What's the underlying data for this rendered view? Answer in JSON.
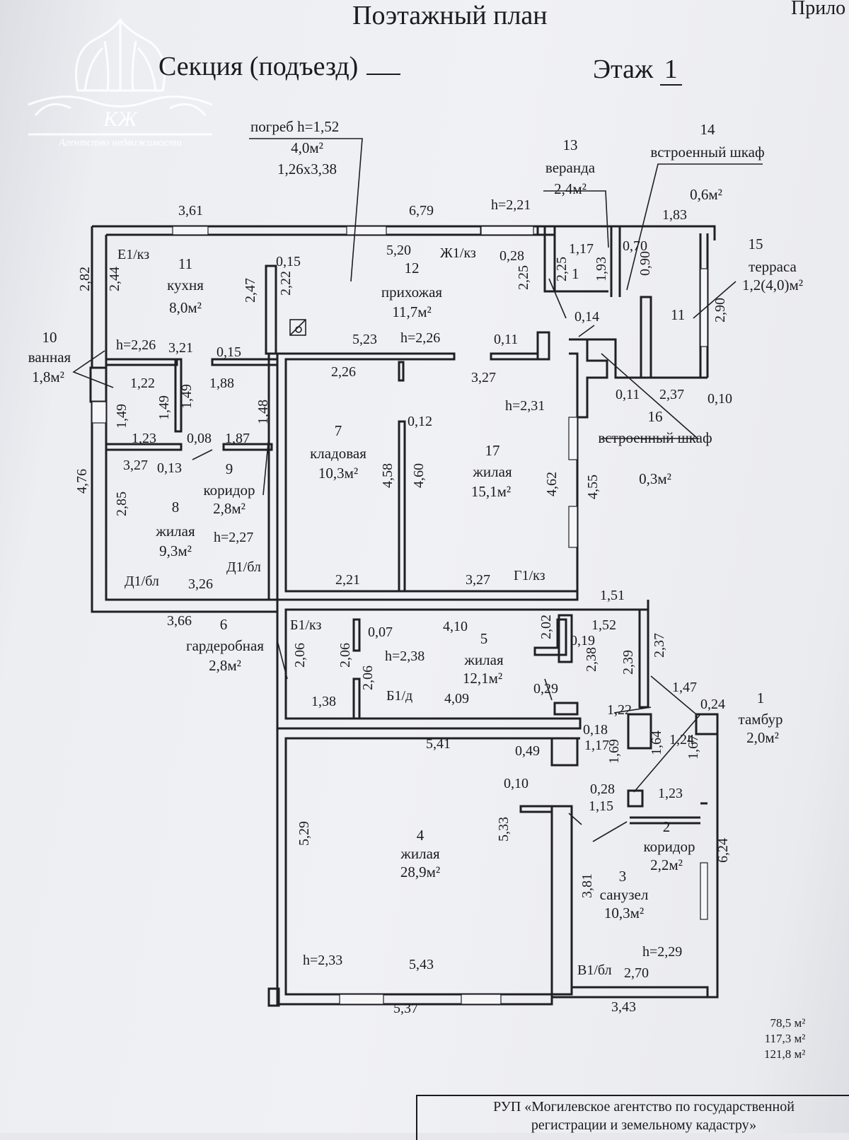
{
  "header": {
    "title": "Поэтажный план",
    "appendix": "Прило",
    "section_label": "Секция (подъезд)",
    "floor_label": "Этаж",
    "floor_number": "1"
  },
  "watermark": {
    "monogram": "КЖ",
    "caption": "Агентство недвижимости"
  },
  "cellar": {
    "label": "погреб h=1,52",
    "area": "4,0м²",
    "size": "1,26х3,38"
  },
  "rooms": [
    {
      "number": "1",
      "name": "тамбур",
      "area": "2,0м²"
    },
    {
      "number": "2",
      "name": "коридор",
      "area": "2,2м²"
    },
    {
      "number": "3",
      "name": "санузел",
      "area": "10,3м²"
    },
    {
      "number": "4",
      "name": "жилая",
      "area": "28,9м²"
    },
    {
      "number": "5",
      "name": "жилая",
      "area": "12,1м²"
    },
    {
      "number": "6",
      "name": "гардеробная",
      "area": "2,8м²"
    },
    {
      "number": "7",
      "name": "кладовая",
      "area": "10,3м²"
    },
    {
      "number": "8",
      "name": "жилая",
      "area": "9,3м²"
    },
    {
      "number": "9",
      "name": "коридор",
      "area": "2,8м²"
    },
    {
      "number": "10",
      "name": "ванная",
      "area": "1,8м²"
    },
    {
      "number": "11",
      "name": "кухня",
      "area": "8,0м²"
    },
    {
      "number": "12",
      "name": "прихожая",
      "area": "11,7м²"
    },
    {
      "number": "13",
      "name": "веранда",
      "area": "2,4м²"
    },
    {
      "number": "14",
      "name": "встроенный шкаф",
      "area": "0,6м²"
    },
    {
      "number": "15",
      "name": "терраса",
      "area": "1,2(4,0)м²"
    },
    {
      "number": "16",
      "name": "встроенный шкаф",
      "area": "0,3м²"
    },
    {
      "number": "17",
      "name": "жилая",
      "area": "15,1м²"
    }
  ],
  "heights": [
    "h=2,21",
    "h=2,26",
    "h=2,26",
    "h=2,31",
    "h=2,27",
    "h=2,38",
    "h=2,33",
    "h=2,29"
  ],
  "wall_marks": [
    "Е1/кз",
    "Ж1/кз",
    "Д1/бл",
    "Д1/бл",
    "Г1/кз",
    "Б1/кз",
    "Б1/д",
    "В1/бл"
  ],
  "section_subnums": [
    "1",
    "11"
  ],
  "dimensions": [
    "3,61",
    "6,79",
    "5,20",
    "2,82",
    "2,44",
    "0,15",
    "2,47",
    "2,22",
    "0,28",
    "2,25",
    "2,25",
    "1,17",
    "1,93",
    "0,14",
    "0,70",
    "0,90",
    "1,83",
    "2,90",
    "3,21",
    "0,15",
    "1,88",
    "5,23",
    "0,11",
    "1,22",
    "1,49",
    "1,49",
    "1,49",
    "1,23",
    "0,08",
    "1,87",
    "1,48",
    "3,27",
    "0,13",
    "2,26",
    "3,27",
    "0,11",
    "2,37",
    "0,10",
    "0,12",
    "4,58",
    "4,60",
    "4,62",
    "4,55",
    "4,76",
    "2,85",
    "3,26",
    "2,21",
    "3,27",
    "1,51",
    "3,66",
    "4,10",
    "2,02",
    "1,52",
    "0,07",
    "0,19",
    "2,06",
    "2,06",
    "2,06",
    "2,38",
    "2,39",
    "2,37",
    "1,38",
    "4,09",
    "0,29",
    "1,22",
    "1,47",
    "0,24",
    "5,41",
    "0,18",
    "1,17",
    "1,24",
    "0,49",
    "1,69",
    "1,64",
    "1,67",
    "0,10",
    "0,28",
    "1,23",
    "1,15",
    "5,29",
    "5,33",
    "6,24",
    "3,81",
    "5,43",
    "2,70",
    "5,37",
    "3,43"
  ],
  "totals": [
    "78,5 м²",
    "117,3 м²",
    "121,8 м²"
  ],
  "footer": {
    "line1": "РУП «Могилевское агентство по государственной",
    "line2": "регистрации и земельному кадастру»"
  }
}
